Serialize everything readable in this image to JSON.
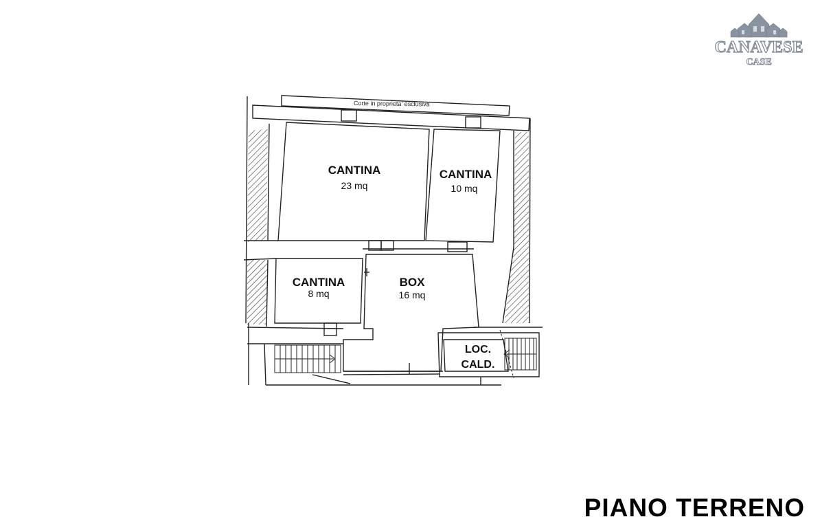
{
  "courtyard": {
    "label": "Corte in proprieta' esclusiva"
  },
  "rooms": [
    {
      "id": "cantina-23",
      "name": "CANTINA",
      "area": "23 mq"
    },
    {
      "id": "cantina-10",
      "name": "CANTINA",
      "area": "10 mq"
    },
    {
      "id": "cantina-8",
      "name": "CANTINA",
      "area": "8 mq"
    },
    {
      "id": "box",
      "name": "BOX",
      "area": "16 mq"
    },
    {
      "id": "loc-cald",
      "name": "LOC.",
      "area": "CALD."
    }
  ],
  "floor_title": "PIANO TERRENO",
  "logo": {
    "brand": "CANAVESE",
    "sub": "CASE",
    "icon": "houses-icon"
  },
  "colors": {
    "line": "#222222",
    "logo": "#8a93a0"
  }
}
